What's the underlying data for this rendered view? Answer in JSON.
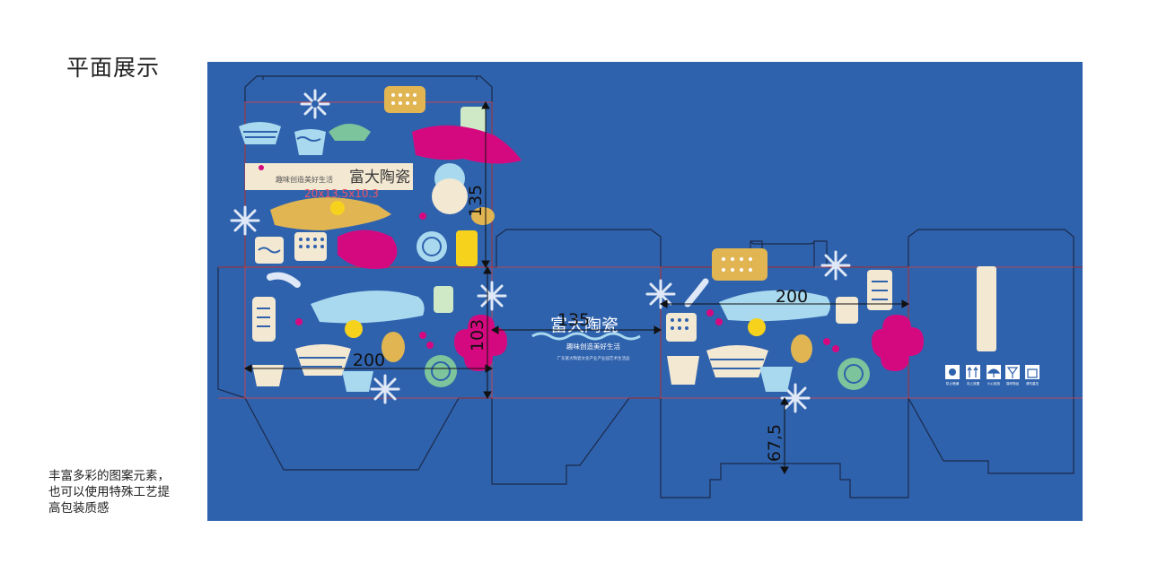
{
  "page": {
    "title": "平面展示",
    "caption_lines": [
      "丰富多彩的图案元素，",
      "也可以使用特殊工艺提",
      "高包装质感"
    ]
  },
  "box": {
    "brand_name": "富大陶瓷",
    "slogan": "趣味创造美好生活",
    "tagline": "广东富大陶瓷文化产业产业园艺术生活品",
    "front_label_text": "富大陶瓷",
    "front_label_sub": "趣味创造美好生活",
    "size_label": "20x13.5x10.3"
  },
  "dimensions": {
    "top_height": "135",
    "front_width": "200",
    "front_height": "103",
    "side_width": "135",
    "back_width": "200",
    "bottom_flap_depth": "67,5"
  },
  "colors": {
    "background": "#2f62ad",
    "magenta": "#d5097f",
    "gold": "#e0b552",
    "light_blue": "#a9d9ef",
    "green": "#7cc49b",
    "cream": "#f3e8d2",
    "yellow": "#f6d21c",
    "cut_line": "#1b2a4a",
    "fold_line": "#e04040"
  },
  "icons": [
    {
      "name": "sun-icon",
      "label": "防止晒潮"
    },
    {
      "name": "arrows-up-icon",
      "label": "向上放置"
    },
    {
      "name": "umbrella-icon",
      "label": "小心轻放"
    },
    {
      "name": "glass-icon",
      "label": "易碎物品"
    },
    {
      "name": "box-stack-icon",
      "label": "请勿重压"
    }
  ]
}
